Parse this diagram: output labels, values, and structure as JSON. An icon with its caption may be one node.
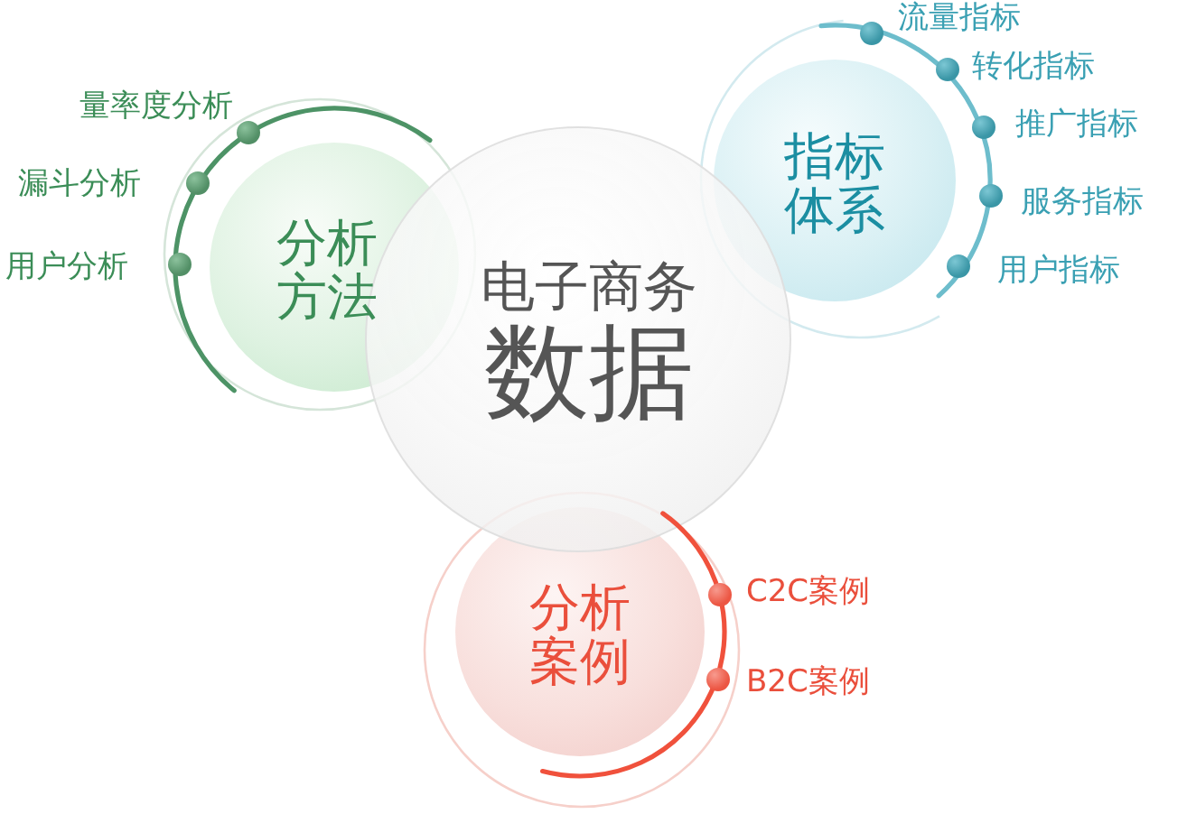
{
  "diagram": {
    "nodes": [
      {
        "text": [
          "电子商务",
          "数据"
        ]
      },
      {
        "text": [
          "分析方法"
        ]
      },
      {
        "text": [
          "指标体系"
        ]
      },
      {
        "text": [
          "分析案例"
        ]
      },
      {
        "text": [],
        "shape": "circle",
        "beside": [
          "量率度分析"
        ]
      },
      {
        "text": [],
        "shape": "circle",
        "beside": [
          "漏斗分析"
        ]
      },
      {
        "text": [],
        "shape": "circle",
        "beside": [
          "用户分析"
        ]
      },
      {
        "text": [],
        "shape": "circle",
        "beside": [
          "流量指标"
        ]
      },
      {
        "text": [],
        "shape": "circle",
        "beside": [
          "转化指标"
        ]
      },
      {
        "text": [],
        "shape": "circle",
        "beside": [
          "推广指标"
        ]
      },
      {
        "text": [],
        "shape": "circle",
        "beside": [
          "服务指标"
        ]
      },
      {
        "text": [],
        "shape": "circle",
        "beside": [
          "用户指标"
        ]
      },
      {
        "text": [],
        "shape": "circle",
        "beside": [
          "C2C案例"
        ]
      },
      {
        "text": [],
        "shape": "circle",
        "beside": [
          "B2C案例"
        ]
      }
    ]
  }
}
